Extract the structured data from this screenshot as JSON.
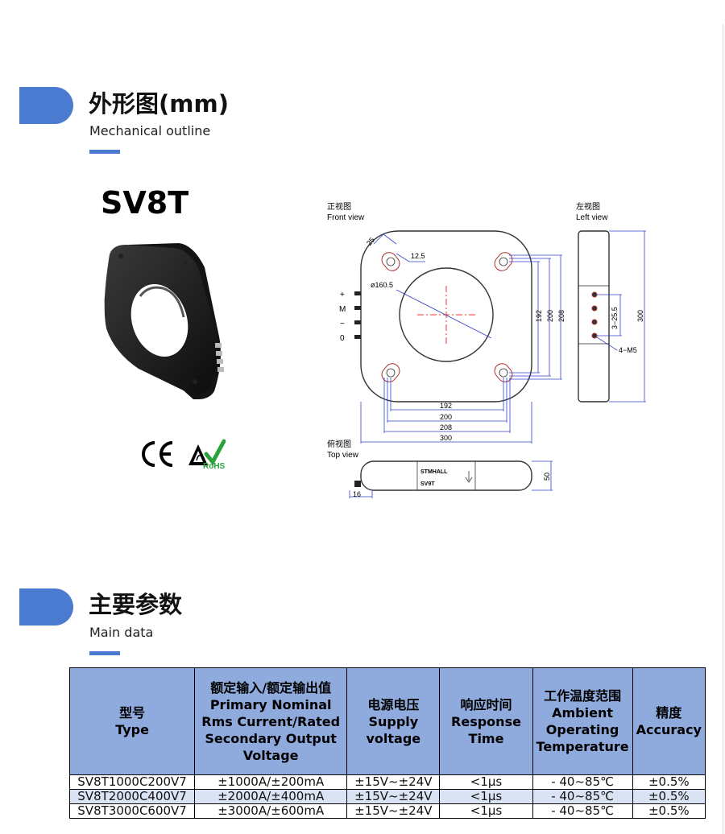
{
  "section1": {
    "title": "外形图(mm)",
    "subtitle": "Mechanical outline"
  },
  "model_name": "SV8T",
  "certifications": [
    "CE",
    "ESD",
    "RoHS"
  ],
  "drawing": {
    "front_cn": "正视图",
    "front_en": "Front view",
    "left_cn": "左视图",
    "left_en": "Left view",
    "top_cn": "俯视图",
    "top_en": "Top view",
    "dim_25": "25",
    "dim_12_5": "12.5",
    "dim_dia": "ø160.5",
    "pin_plus": "+",
    "pin_m": "M",
    "pin_minus": "−",
    "pin_0": "0",
    "dim_192": "192",
    "dim_200": "200",
    "dim_208": "208",
    "dim_300": "300",
    "dim_pitch": "3−25.5",
    "dim_m5": "4−M5",
    "dim_50": "50",
    "dim_16": "16",
    "brand": "STMHALL",
    "model_label": "SV9T"
  },
  "section2": {
    "title": "主要参数",
    "subtitle": "Main data"
  },
  "table": {
    "headers": [
      {
        "cn": "型号",
        "en": "Type"
      },
      {
        "cn": "额定输入/额定输出值",
        "en": "Primary Nominal Rms Current/Rated Secondary Output Voltage"
      },
      {
        "cn": "电源电压",
        "en": "Supply voltage"
      },
      {
        "cn": "响应时间",
        "en": "Response Time"
      },
      {
        "cn": "工作温度范围",
        "en": "Ambient Operating Temperature"
      },
      {
        "cn": "精度",
        "en": "Accuracy"
      }
    ],
    "rows": [
      [
        "SV8T1000C200V7",
        "±1000A/±200mA",
        "±15V~±24V",
        "<1μs",
        "- 40~85℃",
        "±0.5%"
      ],
      [
        "SV8T2000C400V7",
        "±2000A/±400mA",
        "±15V~±24V",
        "<1μs",
        "- 40~85℃",
        "±0.5%"
      ],
      [
        "SV8T3000C600V7",
        "±3000A/±600mA",
        "±15V~±24V",
        "<1μs",
        "- 40~85℃",
        "±0.5%"
      ]
    ]
  }
}
